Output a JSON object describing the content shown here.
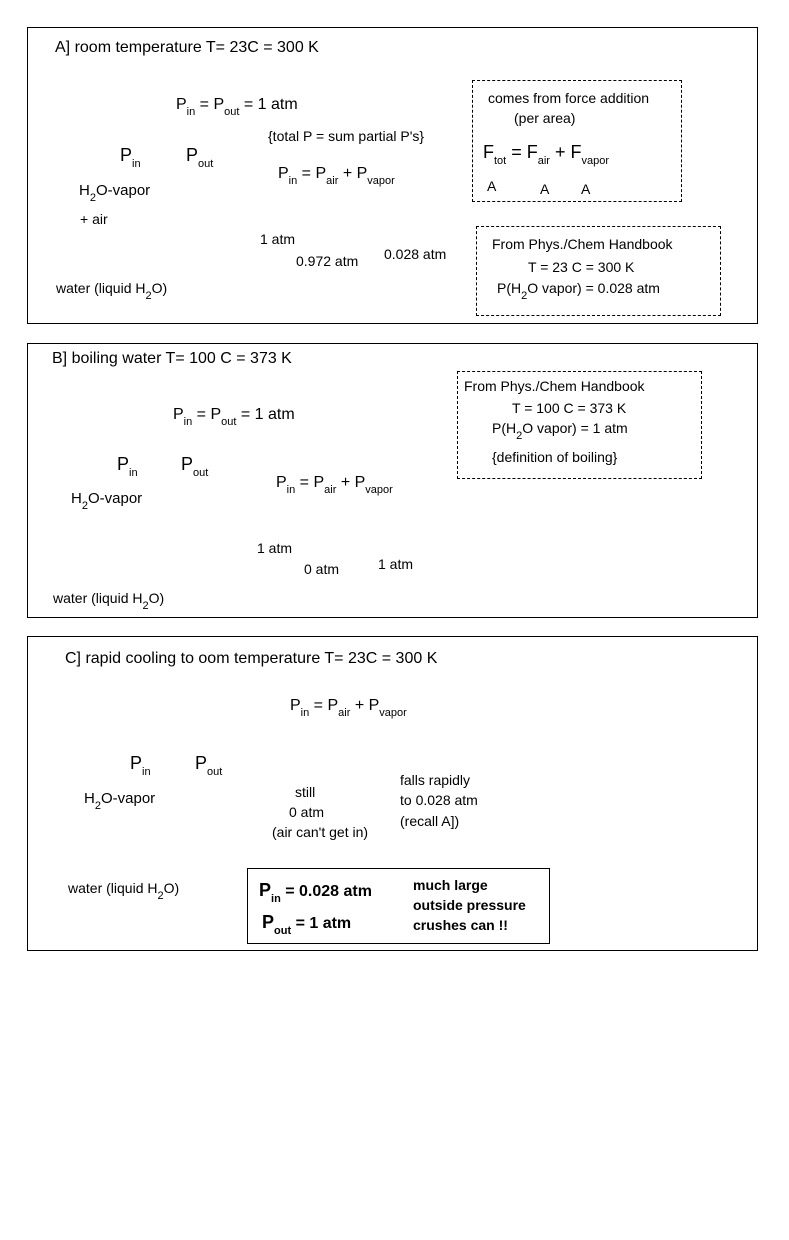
{
  "panelA": {
    "title": "A] room temperature T= 23C = 300 K",
    "eq1": {
      "p": "P",
      "in": "in",
      "mid": " = P",
      "out": "out",
      "end": " = 1 atm"
    },
    "pin": {
      "p": "P",
      "sub": "in"
    },
    "pout": {
      "p": "P",
      "sub": "out"
    },
    "h2o": {
      "a": "H",
      "sub": "2",
      "b": "O-vapor"
    },
    "air": "+ air",
    "water": {
      "a": "water (liquid H",
      "sub": "2",
      "b": "O)"
    },
    "total": "{total P = sum partial P's}",
    "eq2": {
      "p1": "P",
      "s1": "in",
      "p2": " = P",
      "s2": "air",
      "p3": " + P",
      "s3": "vapor"
    },
    "v1": "1 atm",
    "v2": "0.972 atm",
    "v3": "0.028 atm",
    "force_box": {
      "line1": "comes from force addition",
      "line2": "(per area)",
      "f1": "F",
      "s1": "tot",
      "m1": " = F",
      "s2": "air",
      "m2": " + F",
      "s3": "vapor",
      "d1": "A",
      "d2": "A",
      "d3": "A"
    },
    "handbook": {
      "line1": "From Phys./Chem Handbook",
      "line2": "T = 23 C  = 300 K",
      "line3a": "P(H",
      "line3sub": "2",
      "line3b": "O vapor) = 0.028 atm"
    }
  },
  "panelB": {
    "title": "B] boiling water T= 100 C = 373 K",
    "eq1": {
      "p": "P",
      "in": "in",
      "mid": " = P",
      "out": "out",
      "end": " = 1 atm"
    },
    "pin": {
      "p": "P",
      "sub": "in"
    },
    "pout": {
      "p": "P",
      "sub": "out"
    },
    "h2o": {
      "a": "H",
      "sub": "2",
      "b": "O-vapor"
    },
    "water": {
      "a": "water (liquid H",
      "sub": "2",
      "b": "O)"
    },
    "eq2": {
      "p1": "P",
      "s1": "in",
      "p2": " = P",
      "s2": "air",
      "p3": " + P",
      "s3": "vapor"
    },
    "v1": "1 atm",
    "v2": "0 atm",
    "v3": "1 atm",
    "handbook": {
      "line1": "From Phys./Chem Handbook",
      "line2": "T = 100 C  = 373 K",
      "line3a": "P(H",
      "line3sub": "2",
      "line3b": "O vapor) = 1 atm",
      "line4": "{definition of boiling}"
    }
  },
  "panelC": {
    "title": "C] rapid cooling to oom temperature T= 23C = 300 K",
    "eq2": {
      "p1": "P",
      "s1": "in",
      "p2": " = P",
      "s2": "air",
      "p3": " + P",
      "s3": "vapor"
    },
    "pin": {
      "p": "P",
      "sub": "in"
    },
    "pout": {
      "p": "P",
      "sub": "out"
    },
    "h2o": {
      "a": "H",
      "sub": "2",
      "b": "O-vapor"
    },
    "water": {
      "a": "water (liquid H",
      "sub": "2",
      "b": "O)"
    },
    "still": {
      "l1": "still",
      "l2": "0 atm",
      "l3": "(air can't get in)"
    },
    "falls": {
      "l1": "falls rapidly",
      "l2": "to 0.028 atm",
      "l3": "(recall A])"
    },
    "result": {
      "pin_p": "P",
      "pin_sub": "in",
      "pin_val": " = 0.028 atm",
      "pout_p": "P",
      "pout_sub": "out",
      "pout_val": " = 1 atm",
      "msg1": "much large",
      "msg2": "outside pressure",
      "msg3": "crushes can !!"
    }
  }
}
